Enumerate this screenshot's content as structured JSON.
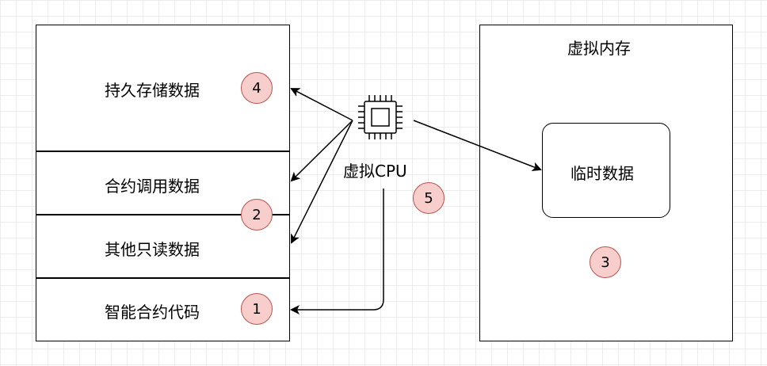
{
  "storage": {
    "sections": [
      {
        "label": "持久存储数据"
      },
      {
        "label": "合约调用数据"
      },
      {
        "label": "其他只读数据"
      },
      {
        "label": "智能合约代码"
      }
    ]
  },
  "memory": {
    "title": "虚拟内存",
    "inner_label": "临时数据"
  },
  "cpu": {
    "label": "虚拟CPU",
    "icon": "cpu-chip-icon"
  },
  "badges": {
    "b1": "1",
    "b2": "2",
    "b3": "3",
    "b4": "4",
    "b5": "5"
  },
  "colors": {
    "badge_fill": "#f8cecc",
    "badge_stroke": "#b85450",
    "line": "#000000"
  }
}
